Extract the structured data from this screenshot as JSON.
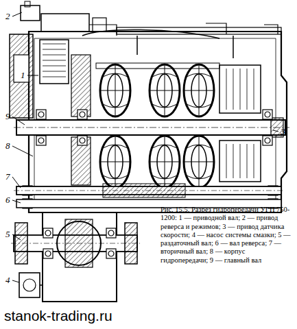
{
  "diagram": {
    "caption": "Рис. 15.5. Разрез гидропередачи УГП 750-1200: 1 — приводной вал; 2 — привод реверса и режимов; 3 — привод датчика скорости; 4 — насос системы смазки; 5 — раздаточный вал; 6 — вал реверса; 7 — вторичный вал; 8 — корпус гидропередачи; 9 — главный вал",
    "labels": [
      "1",
      "2",
      "3",
      "4",
      "5",
      "6",
      "7",
      "8",
      "9",
      "stanok-trading.ru"
    ]
  }
}
